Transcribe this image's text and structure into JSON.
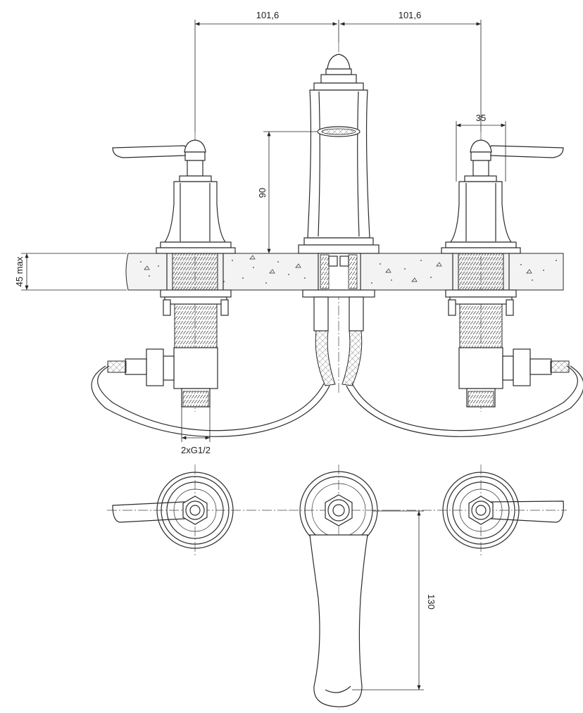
{
  "dimensions": {
    "handle_spacing_left": "101,6",
    "handle_spacing_right": "101,6",
    "base_diameter": "35",
    "spout_height": "90",
    "max_counter_thickness": "45 max",
    "connection_thread": "2xG1/2",
    "spout_reach": "130"
  }
}
